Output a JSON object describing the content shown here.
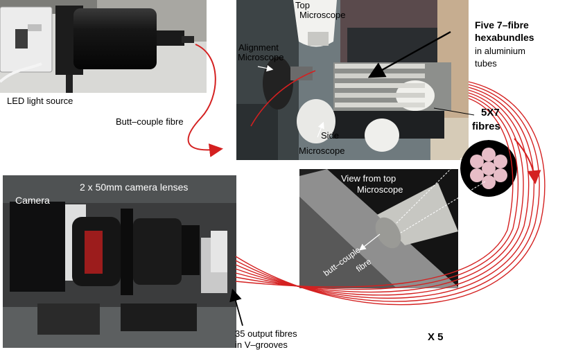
{
  "labels": {
    "led_source": "LED light source",
    "butt_couple_fibre": "Butt–couple fibre",
    "top_microscope_1": "Top",
    "top_microscope_2": "Microscope",
    "alignment_microscope_1": "Alignment",
    "alignment_microscope_2": "Microscope",
    "side_microscope_1": "Side",
    "side_microscope_2": "Microscope",
    "hexabundles_1": "Five 7–fibre",
    "hexabundles_2": "hexabundles",
    "hexabundles_3": "in aluminium",
    "hexabundles_4": "tubes",
    "fibres_count_1": "5X7",
    "fibres_count_2": "fibres",
    "camera": "Camera",
    "camera_lenses": "2 x 50mm camera lenses",
    "view_from_top_1": "View from top",
    "view_from_top_2": "Microscope",
    "butt_couple_inset_1": "butt–couple",
    "butt_couple_inset_2": "fibre",
    "output_fibres_1": "35 output fibres",
    "output_fibres_2": "in V–grooves",
    "multiplier": "X 5"
  },
  "colors": {
    "fibre": "#d42020",
    "inset_annotation": "#ffffff",
    "arrow": "#000000"
  },
  "icons": [
    "led-light-source",
    "microscope",
    "camera",
    "camera-lens",
    "fibre-bundle",
    "hexabundle-cross-section"
  ]
}
